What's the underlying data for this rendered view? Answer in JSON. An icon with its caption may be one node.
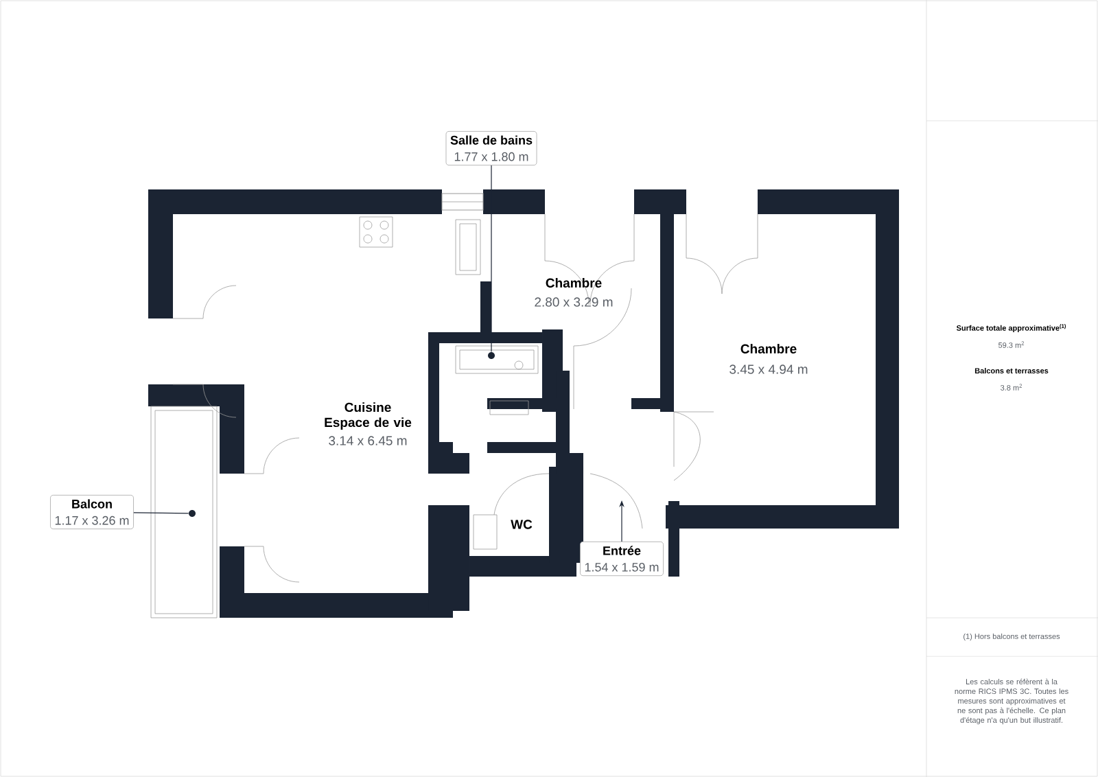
{
  "diagram": {
    "nodes": [
      {
        "text": [
          "Salle de bains",
          "1.77 x 1.80 m"
        ]
      },
      {
        "text": [],
        "shape": "circle"
      },
      {
        "text": [
          "Balcon",
          "1.17 x 3.26 m"
        ]
      },
      {
        "text": [],
        "shape": "circle"
      },
      {
        "text": [
          "Entrée",
          "1.54 x 1.59 m"
        ]
      }
    ],
    "edges": [
      {
        "from": 0,
        "to": 1,
        "arrow": "none"
      },
      {
        "from": 2,
        "to": 3,
        "arrow": "none"
      },
      {
        "from": 4,
        "to": null,
        "arrow": "to"
      }
    ],
    "labels": [
      "Chambre",
      "2.80 x 3.29 m",
      "Chambre",
      "3.45 x 4.94 m",
      "Cuisine Espace de vie",
      "3.14 x 6.45 m",
      "WC",
      "Surface totale approximative$^{(1)}$",
      "59.3 m$^{2}$",
      "Balcons et terrasses",
      "3.8 m$^{2}$",
      "(1) Hors balcons et terrasses",
      "Les calculs se réfèrent à la norme RICS IPMS 3C. Toutes les mesures sont approximatives et ne sont pas à l'échelle. Ce plan d'étage n'a qu'un but illustratif."
    ]
  }
}
